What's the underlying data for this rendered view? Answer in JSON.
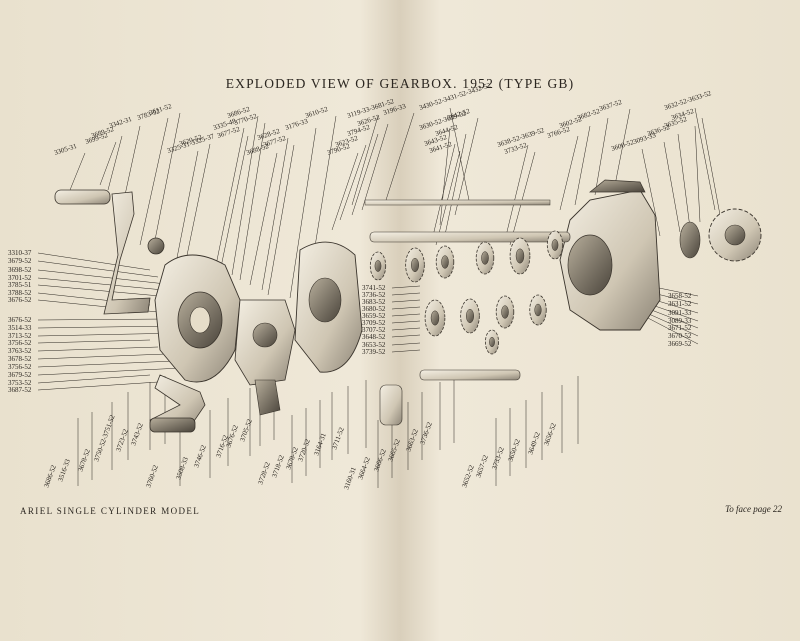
{
  "title": "EXPLODED VIEW OF GEARBOX.  1952 (TYPE GB)",
  "footer_left": "ARIEL SINGLE CYLINDER MODEL",
  "footer_right": "To face page 22",
  "colors": {
    "paper": "#ece4d2",
    "ink": "#2b2620",
    "metal": "#cfc6b3",
    "shade": "#8d8577"
  },
  "part_labels": {
    "left_column": [
      "3310-37",
      "3679-52",
      "3698-52",
      "3701-52",
      "3785-51",
      "3788-52",
      "3676-52",
      "3676-52",
      "3514-33",
      "3713-52",
      "3756-52",
      "3763-52",
      "3678-52",
      "3756-52",
      "3679-52",
      "3753-52",
      "3687-52"
    ],
    "top_left": [
      "3305-31",
      "3699-52",
      "3689-52",
      "3342-31",
      "3783-52",
      "3611-52",
      "3620-52",
      "3325-31-3325-37",
      "3335-48",
      "3677-52",
      "3686-52",
      "3770-52",
      "3688-52",
      "3628-52",
      "3677-52",
      "3176-33",
      "3610-52"
    ],
    "top_center": [
      "3119-33-3681-52",
      "3626-52",
      "3794-52",
      "3623-52",
      "3790-52",
      "3196-33",
      "3430-52-3431-52-3432-52",
      "3642-52",
      "3630-52-3629-52",
      "3644-52",
      "3643-52",
      "3641-52",
      "3638-52-3639-52",
      "3733-52",
      "3766-52",
      "3602-52",
      "3682-52",
      "3637-52"
    ],
    "top_right": [
      "3632-52-3633-52",
      "3634-52",
      "3635-52",
      "3636-52",
      "3093-33",
      "3600-52"
    ],
    "middle_center": [
      "3741-52",
      "3736-52",
      "3683-52",
      "3680-52",
      "3659-52",
      "3709-52",
      "3707-52",
      "3648-52",
      "3653-52",
      "3739-52"
    ],
    "right_column": [
      "3658-52",
      "3631-52",
      "3091-33",
      "3089-33",
      "3671-52",
      "3670-52",
      "3669-52"
    ],
    "bottom": [
      "3686-52",
      "3516-33",
      "3678-52",
      "3750-52-3751-52",
      "3723-52",
      "3743-52",
      "3760-52",
      "3508-33",
      "3746-52",
      "3716-52",
      "3676-52",
      "3705-52",
      "3728-52",
      "3718-52",
      "3678-52",
      "3720-52",
      "3164-31",
      "3711-52",
      "3160-31",
      "3664-52",
      "3666-52",
      "3665-52",
      "3663-52",
      "3736-52",
      "3652-52",
      "3657-52",
      "3733-52",
      "3650-52",
      "3649-52",
      "3656-52"
    ]
  }
}
